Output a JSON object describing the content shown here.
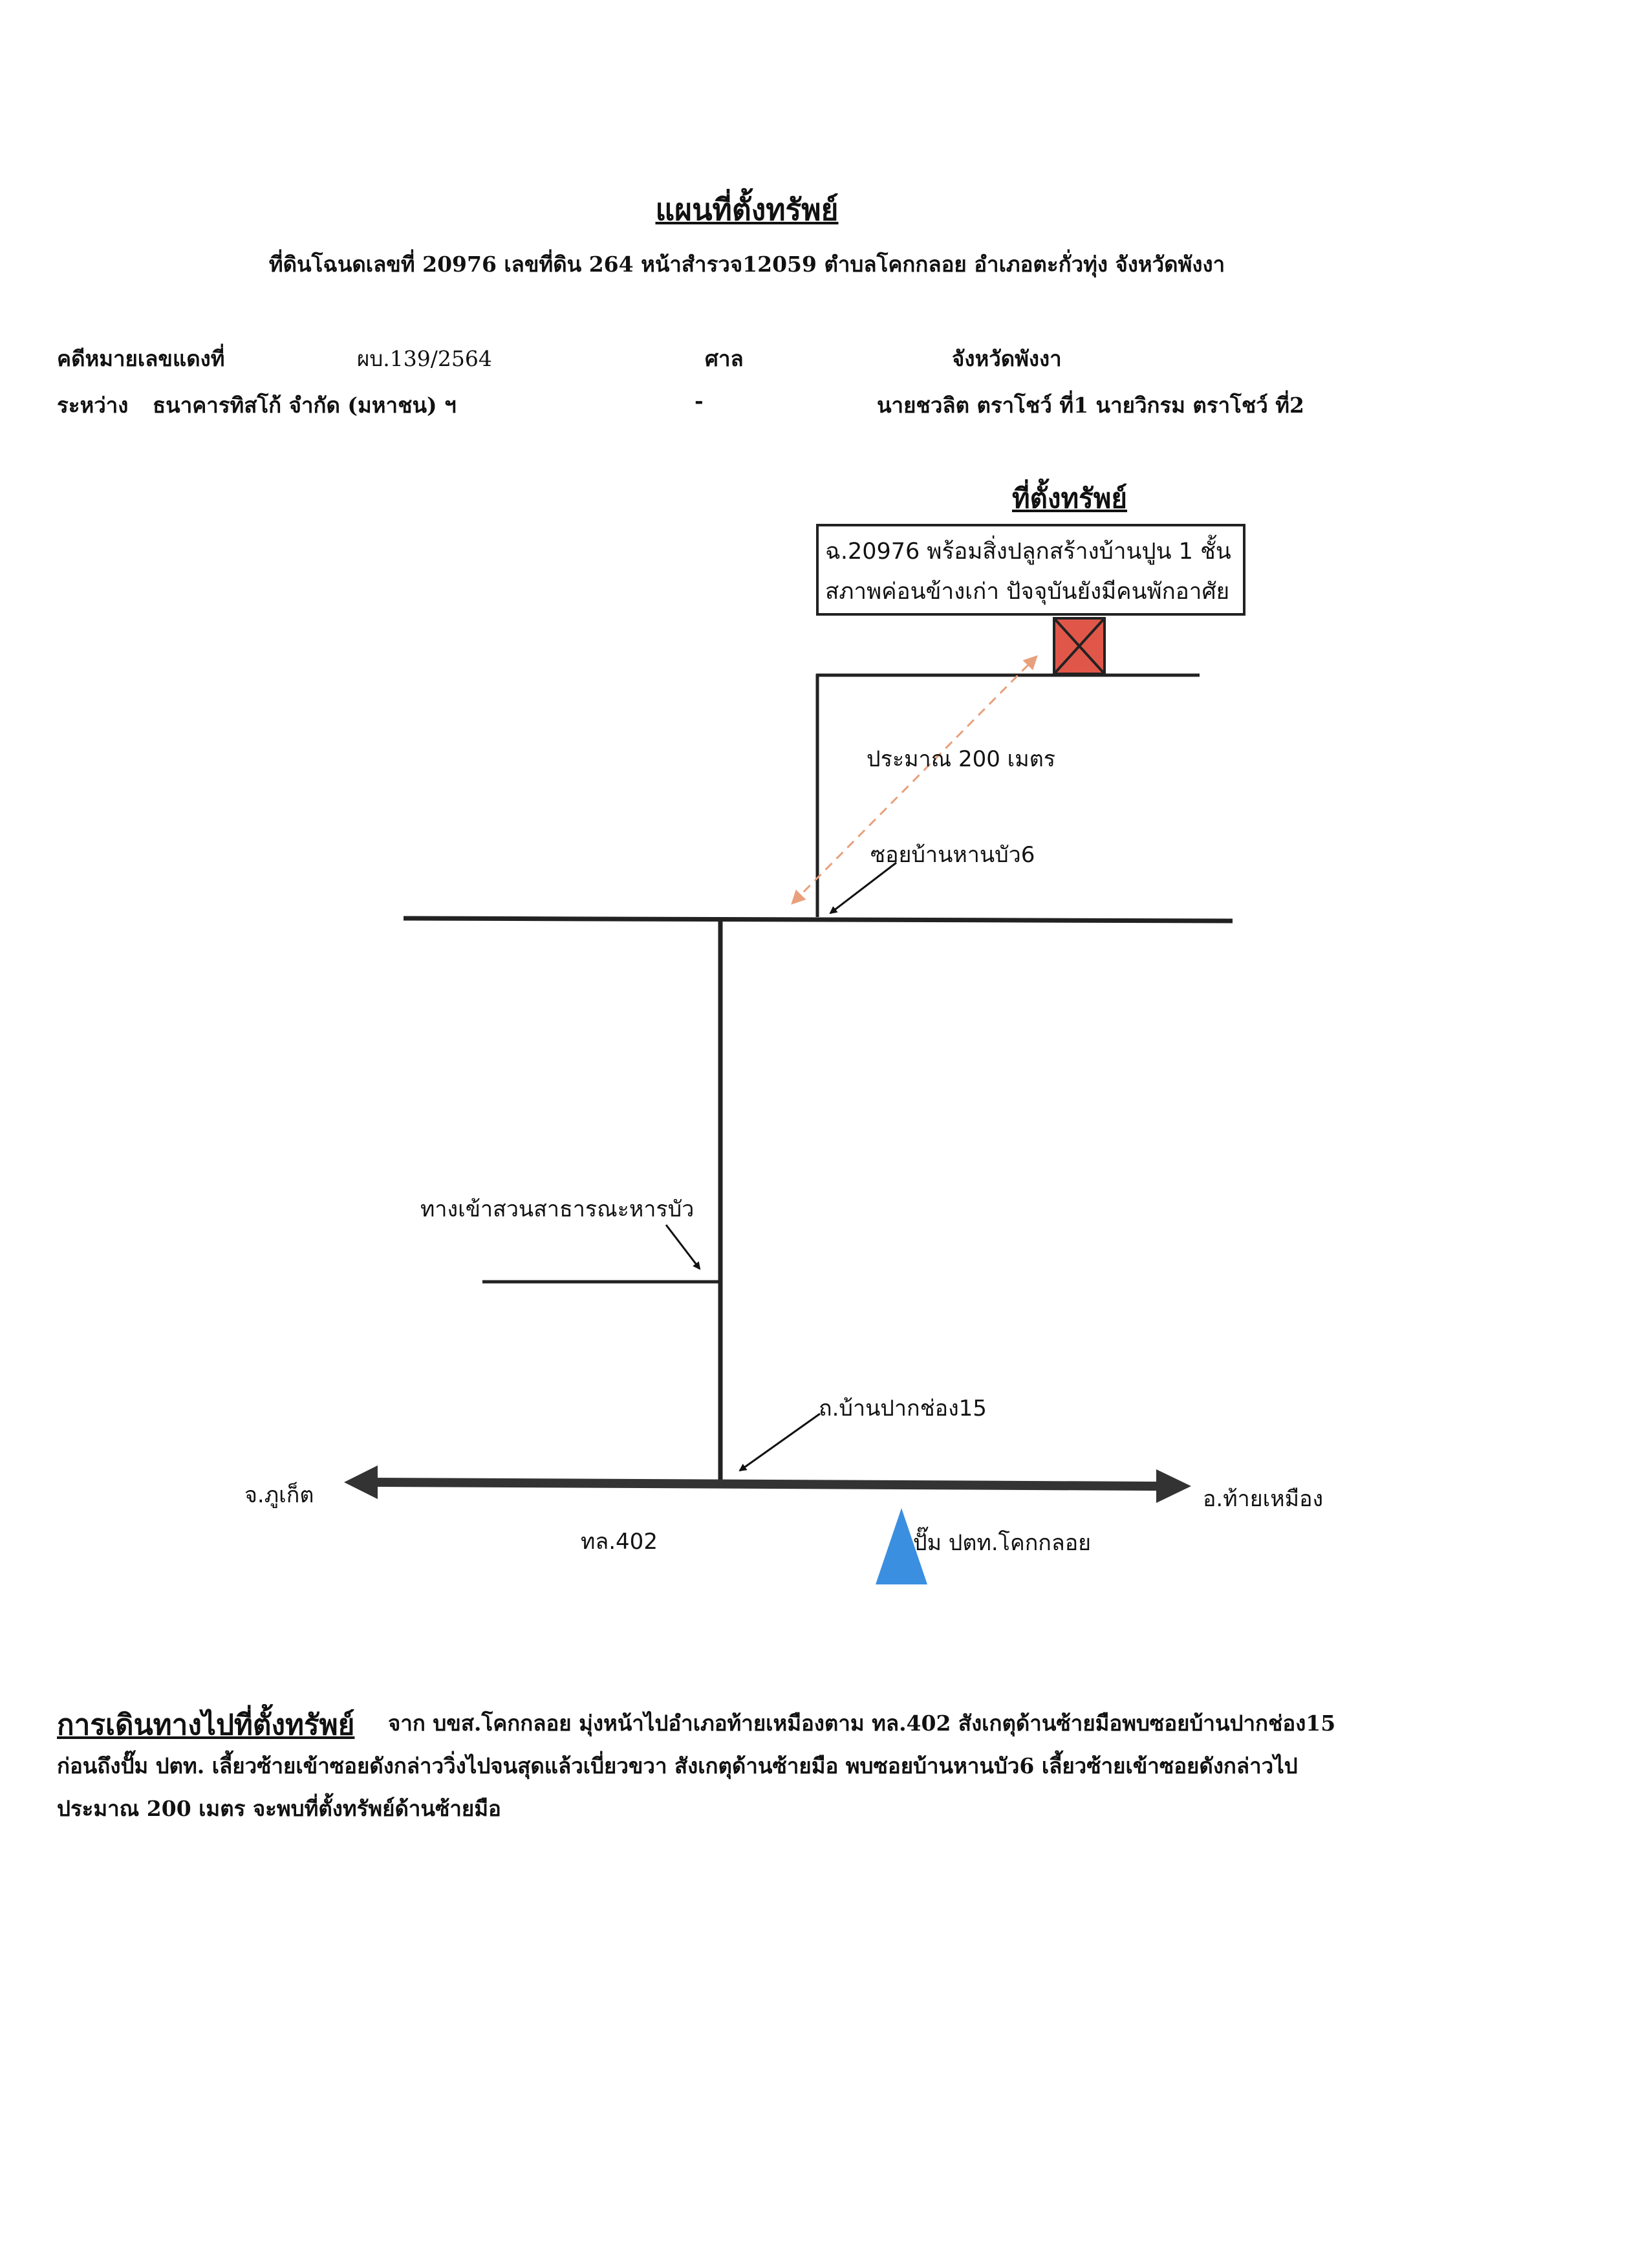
{
  "header": {
    "title": "แผนที่ตั้งทรัพย์",
    "subtitle": "ที่ดินโฉนดเลขที่ 20976 เลขที่ดิน 264 หน้าสำรวจ12059 ตำบลโคกกลอย อำเภอตะกั่วทุ่ง จังหวัดพังงา"
  },
  "case": {
    "case_label": "คดีหมายเลขแดงที่",
    "case_number": "ผบ.139/2564",
    "court_label": "ศาล",
    "court_value": "จังหวัดพังงา",
    "between_label": "ระหว่าง",
    "plaintiff": "ธนาคารทิสโก้ จำกัด (มหาชน) ฯ",
    "separator": "-",
    "defendants": "นายชวลิต ตราโชว์ ที่1 นายวิกรม ตราโชว์ ที่2"
  },
  "site": {
    "heading": "ที่ตั้งทรัพย์",
    "line1": "ฉ.20976 พร้อมสิ่งปลูกสร้างบ้านปูน 1 ชั้น",
    "line2": "สภาพค่อนข้างเก่า ปัจจุบันยังมีคนพักอาศัย"
  },
  "map": {
    "distance_label": "ประมาณ 200 เมตร",
    "soi_label": "ซอยบ้านหานบัว6",
    "park_label": "ทางเข้าสวนสาธารณะหารบัว",
    "road15_label": "ถ.บ้านปากช่อง15",
    "west_label": "จ.ภูเก็ต",
    "east_label": "อ.ท้ายเหมือง",
    "highway_label": "ทล.402",
    "pump_label": "ปั๊ม ปตท.โคกกลอย",
    "colors": {
      "house": "#e0574a",
      "pump": "#3b8fe0",
      "distance_arrow": "#e8a07c"
    }
  },
  "directions": {
    "heading": "การเดินทางไปที่ตั้งทรัพย์",
    "text": "จาก บขส.โคกกลอย มุ่งหน้าไปอำเภอท้ายเหมืองตาม ทล.402 สังเกตุด้านซ้ายมือพบซอยบ้านปากช่อง15 ก่อนถึงปั๊ม ปตท. เลี้ยวซ้ายเข้าซอยดังกล่าววิ่งไปจนสุดแล้วเบี่ยวขวา สังเกตุด้านซ้ายมือ พบซอยบ้านหานบัว6 เลี้ยวซ้ายเข้าซอยดังกล่าวไปประมาณ 200 เมตร จะพบที่ตั้งทรัพย์ด้านซ้ายมือ"
  }
}
